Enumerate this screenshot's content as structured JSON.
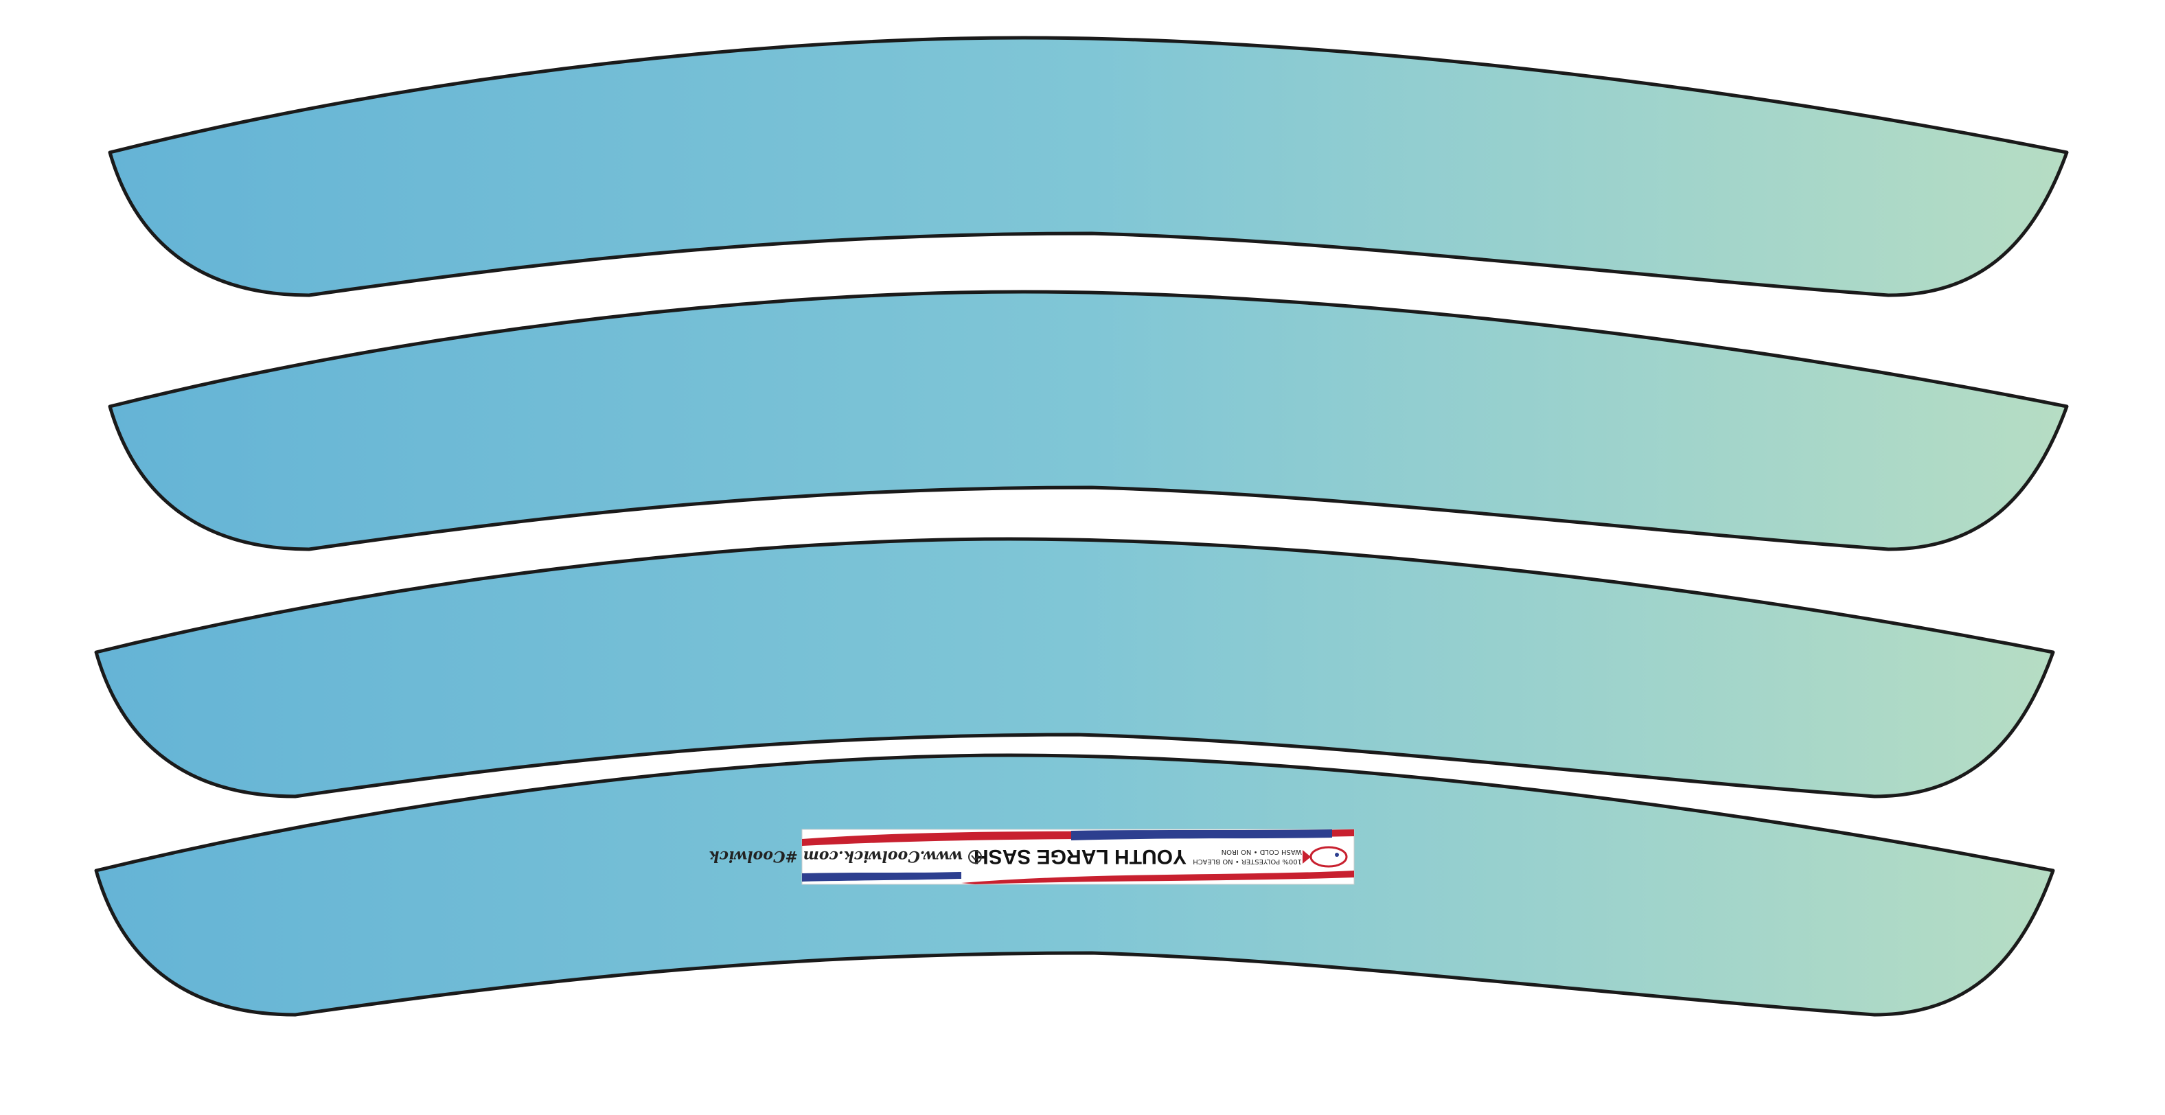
{
  "pattern": {
    "panels": [
      {
        "name": "sash-panel-1"
      },
      {
        "name": "sash-panel-2"
      },
      {
        "name": "sash-panel-3"
      },
      {
        "name": "sash-panel-4"
      }
    ],
    "colors": {
      "gradient_start": "#65b4d6",
      "gradient_mid": "#80c6d6",
      "gradient_end": "#b6ddc4",
      "outline": "#1a1a1a",
      "flag_red": "#c8202f",
      "flag_blue": "#2d3f8f"
    }
  },
  "label": {
    "title": "YOUTH LARGE SASH",
    "url": "www.Coolwick.com #Coolwick",
    "care_line_1": "100% POLYESTER • NO BLEACH",
    "care_line_2": "WASH COLD • NO IRON",
    "logo_icon": "coolwick-fish-logo-icon",
    "small_icon": "coolwick-mark-icon"
  }
}
